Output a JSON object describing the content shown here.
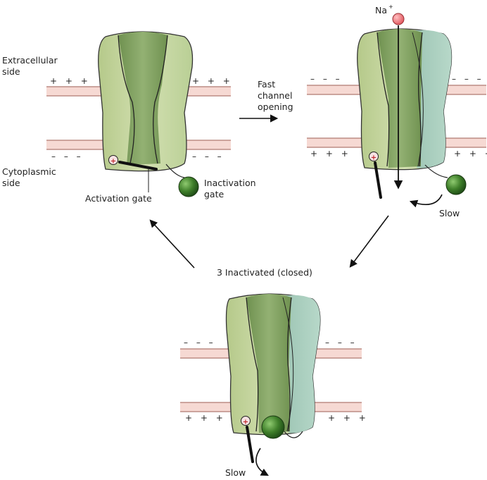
{
  "labels": {
    "extracellular_line1": "Extracellular",
    "extracellular_line2": "side",
    "cytoplasmic_line1": "Cytoplasmic",
    "cytoplasmic_line2": "side",
    "activation_gate": "Activation gate",
    "inactivation_gate_line1": "Inactivation",
    "inactivation_gate_line2": "gate",
    "fast_line1": "Fast",
    "fast_line2": "channel",
    "fast_line3": "opening",
    "na": "Na",
    "na_charge": "+",
    "slow_right": "Slow",
    "slow_bottom": "Slow",
    "inactivated": "3  Inactivated (closed)"
  },
  "charges": {
    "pos": "+ + +",
    "neg": "– – –",
    "gate_plus": "+"
  },
  "colors": {
    "membrane_fill": "#f6d9d3",
    "membrane_line": "#b07a72",
    "channel_outer": "#c9d9a3",
    "channel_inner": "#7e9f5f",
    "channel_right": "#a7cfc1",
    "gate_ball": "#3f7f2a",
    "sodium_ion": "#f06f74"
  }
}
